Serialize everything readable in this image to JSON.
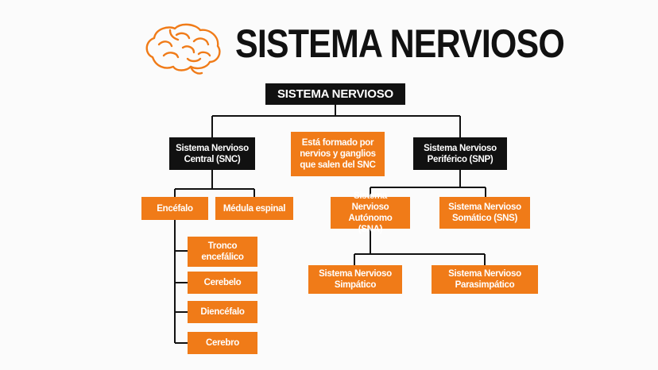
{
  "title": "SISTEMA NERVIOSO",
  "colors": {
    "accent": "#f07b18",
    "dark": "#111111",
    "background": "#fbfbfb"
  },
  "icon": "brain-icon",
  "diagram": {
    "root": "SISTEMA NERVIOSO",
    "snc": "Sistema Nervioso Central (SNC)",
    "snp": "Sistema Nervioso Periférico (SNP)",
    "note": "Está formado por nervios y ganglios que salen del SNC",
    "encefalo": "Encéfalo",
    "medula": "Médula espinal",
    "tronco": "Tronco encefálico",
    "cerebelo": "Cerebelo",
    "diencefalo": "Diencéfalo",
    "cerebro": "Cerebro",
    "sna": "Sistema Nervioso Autónomo (SNA)",
    "sns": "Sistema Nervioso Somático (SNS)",
    "simpatico": "Sistema Nervioso Simpático",
    "parasimpatico": "Sistema Nervioso Parasimpático"
  }
}
